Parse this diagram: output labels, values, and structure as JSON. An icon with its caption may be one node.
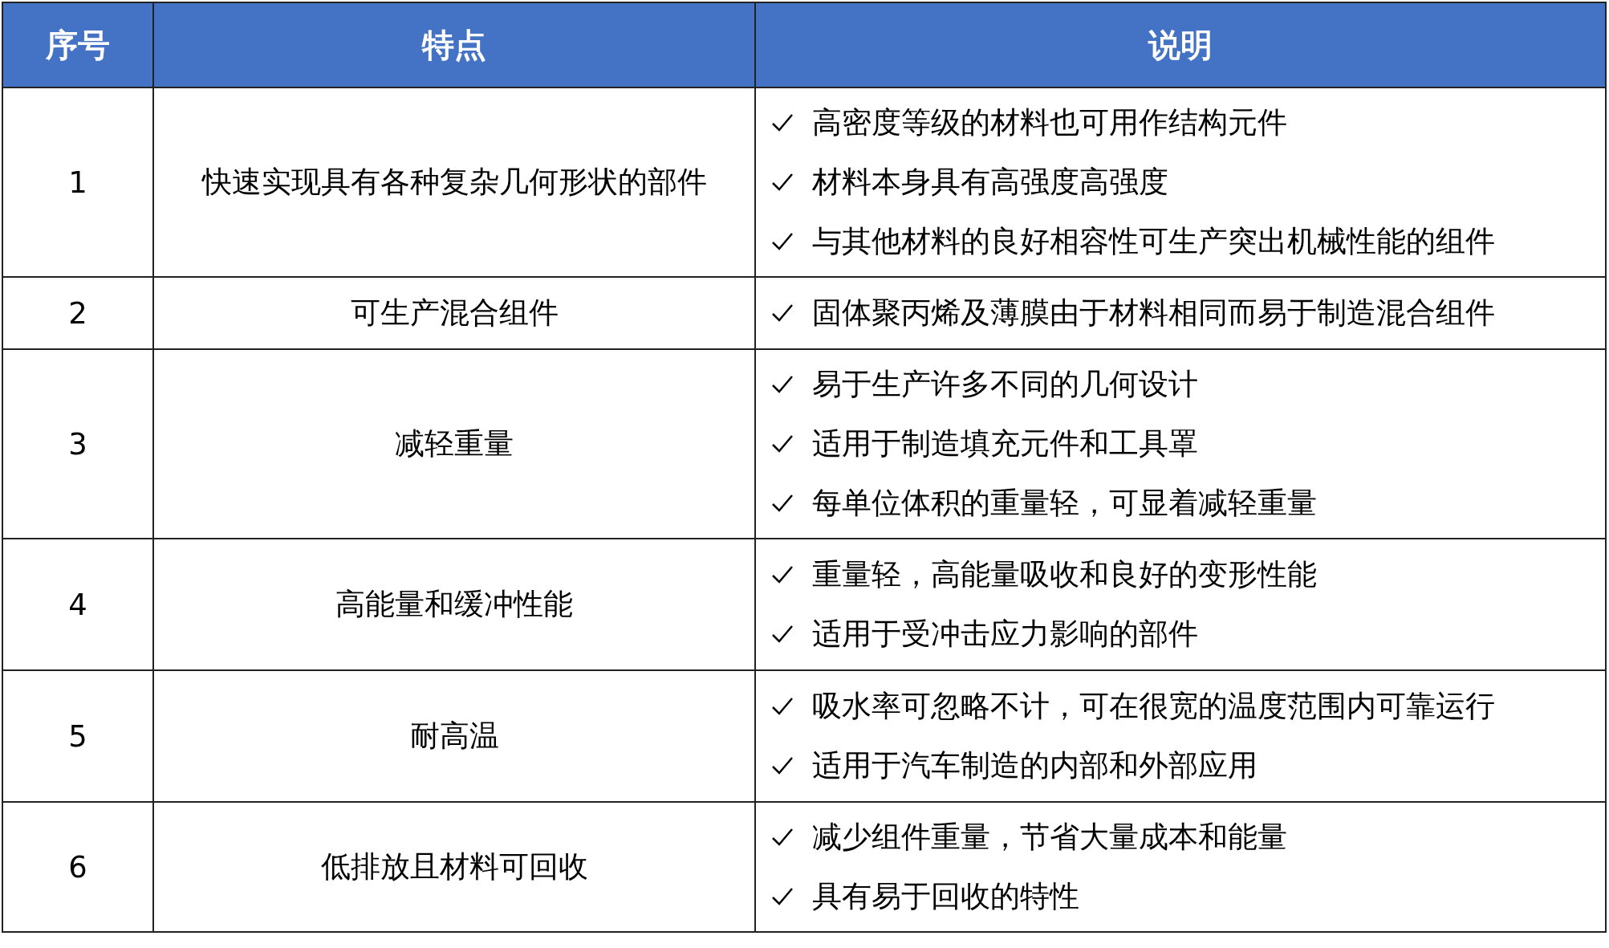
{
  "diagram": {
    "labels": [
      "序号",
      "特点",
      "说明",
      "1",
      "快速实现具有各种复杂几何形状的部件",
      "高密度等级的材料也可用作结构元件",
      "材料本身具有高强度高强度",
      "与其他材料的良好相容性可生产突出机械性能的组件",
      "2",
      "可生产混合组件",
      "固体聚丙烯及薄膜由于材料相同而易于制造混合组件",
      "3",
      "减轻重量",
      "易于生产许多不同的几何设计",
      "适用于制造填充元件和工具罩",
      "每单位体积的重量轻，可显着减轻重量",
      "4",
      "高能量和缓冲性能",
      "重量轻，高能量吸收和良好的变形性能",
      "适用于受冲击应力影响的部件",
      "5",
      "耐高温",
      "吸水率可忽略不计，可在很宽的温度范围内可靠运行",
      "适用于汽车制造的内部和外部应用",
      "6",
      "低排放且材料可回收",
      "减少组件重量，节省大量成本和能量",
      "具有易于回收的特性"
    ]
  }
}
